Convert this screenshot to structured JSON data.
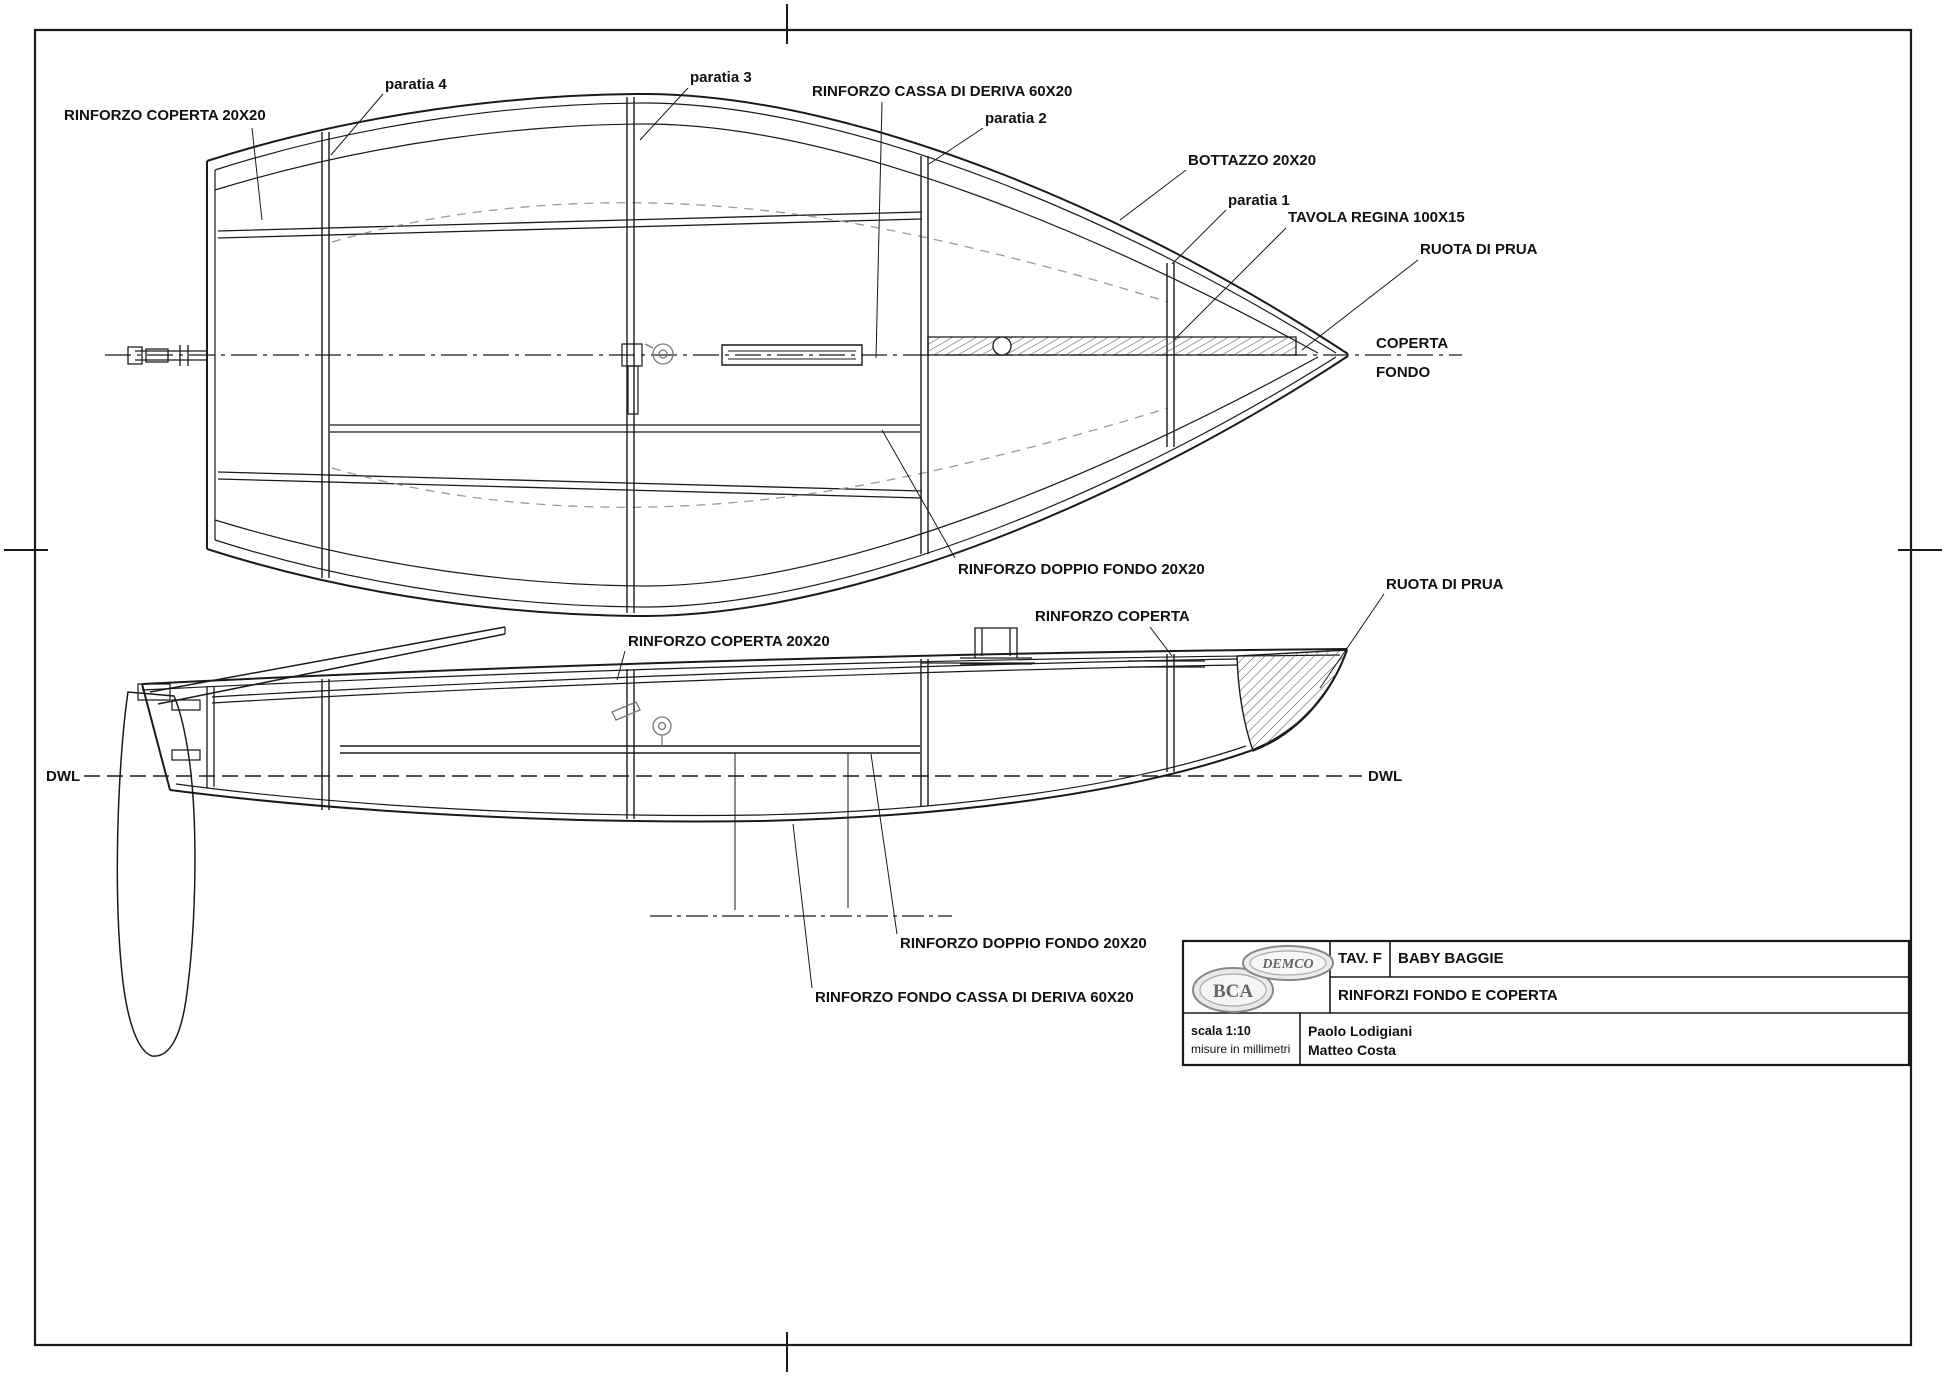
{
  "plan": {
    "labels": {
      "rinforzo_coperta": "RINFORZO COPERTA 20X20",
      "paratia4": "paratia 4",
      "paratia3": "paratia 3",
      "rinforzo_cassa_deriva": "RINFORZO CASSA DI DERIVA 60X20",
      "paratia2": "paratia 2",
      "bottazzo": "BOTTAZZO 20X20",
      "paratia1": "paratia 1",
      "tavola_regina": "TAVOLA REGINA 100X15",
      "ruota_di_prua": "RUOTA DI PRUA",
      "coperta": "COPERTA",
      "fondo": "FONDO",
      "rinforzo_doppio_fondo": "RINFORZO DOPPIO FONDO 20X20"
    }
  },
  "profile": {
    "labels": {
      "ruota_di_prua": "RUOTA DI PRUA",
      "rinforzo_coperta": "RINFORZO COPERTA",
      "rinforzo_coperta_20x20": "RINFORZO COPERTA 20X20",
      "dwl": "DWL",
      "rinforzo_doppio_fondo": "RINFORZO DOPPIO FONDO 20X20",
      "rinforzo_fondo_cassa": "RINFORZO FONDO CASSA DI DERIVA 60X20"
    }
  },
  "title_block": {
    "tav_label": "TAV. F",
    "project": "BABY BAGGIE",
    "sheet_title": "RINFORZI FONDO E COPERTA",
    "scale": "scala 1:10",
    "units": "misure in millimetri",
    "author1": "Paolo Lodigiani",
    "author2": "Matteo Costa",
    "logo_bca": "BCA",
    "logo_demco": "DEMCO"
  },
  "colors": {
    "line": "#1a1a1a",
    "dashed_gray": "#9a9a9a",
    "background": "#ffffff"
  }
}
